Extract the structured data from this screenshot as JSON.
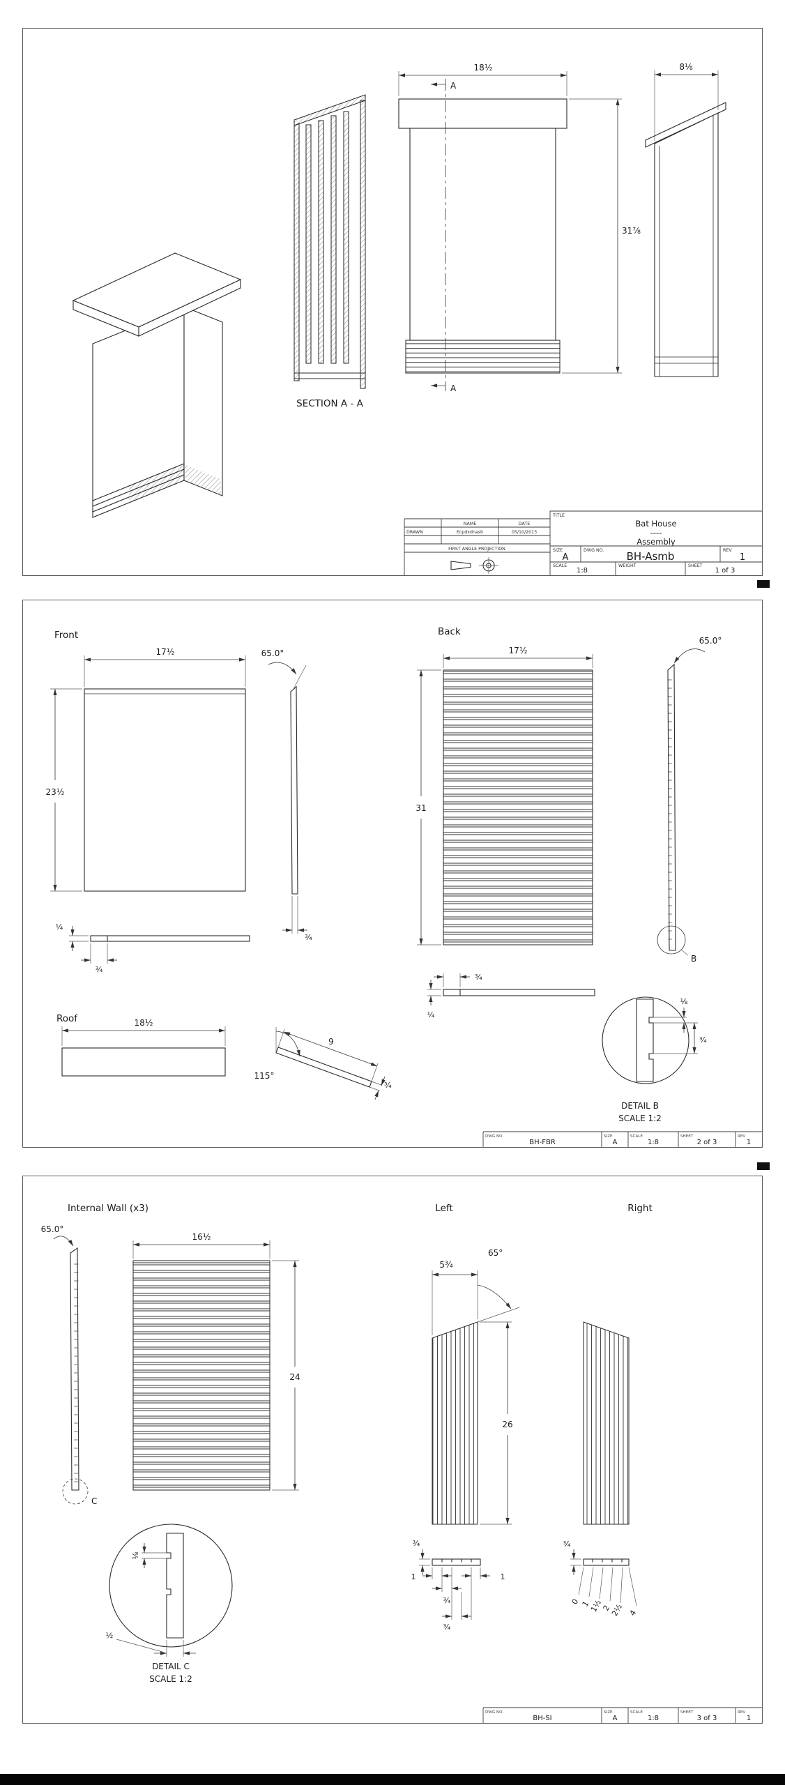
{
  "sheet1": {
    "section_label": "SECTION A - A",
    "section_mark_top": "A",
    "section_mark_bottom": "A",
    "dim_front_width": "18½",
    "dim_front_height": "31⅞",
    "dim_side_width": "8⅛",
    "title_block": {
      "title_label": "TITLE",
      "title_line1": "Bat House",
      "title_line2": "----",
      "title_line3": "Assembly",
      "name_header": "NAME",
      "date_header": "DATE",
      "drawn_label": "DRAWN",
      "drawn_name": "Ecpdxdnash",
      "drawn_date": "05/10/2013",
      "projection_label": "FIRST ANGLE PROJECTION",
      "size_label": "SIZE",
      "size_value": "A",
      "dwg_label": "DWG NO.",
      "dwg_value": "BH-Asmb",
      "rev_label": "REV",
      "rev_value": "1",
      "scale_label": "SCALE",
      "scale_value": "1:8",
      "weight_label": "WEIGHT",
      "sheet_label": "SHEET",
      "sheet_value": "1 of 3"
    }
  },
  "sheet2": {
    "front": {
      "label": "Front",
      "dim_width": "17½",
      "dim_height": "23½",
      "dim_angle": "65.0°",
      "dim_bottom_thickness": "¼",
      "dim_bottom_step": "¾",
      "dim_edge_thickness": "¾"
    },
    "back": {
      "label": "Back",
      "dim_width": "17½",
      "dim_height": "31",
      "dim_angle": "65.0°",
      "detail_ref": "B",
      "dim_bottom_step": "¾",
      "dim_bottom_thickness": "¼"
    },
    "detail_b": {
      "title": "DETAIL B",
      "scale": "SCALE 1:2",
      "dim_groove": "⅛",
      "dim_spacing": "¾"
    },
    "roof": {
      "label": "Roof",
      "dim_width": "18½",
      "dim_angle": "115°",
      "dim_length": "9",
      "dim_thickness": "¾"
    },
    "title_strip": {
      "dwg_label": "DWG NO.",
      "dwg_value": "BH-FBR",
      "size_label": "SIZE",
      "size_value": "A",
      "scale_label": "SCALE",
      "scale_value": "1:8",
      "sheet_label": "SHEET",
      "sheet_value": "2 of 3",
      "rev_label": "REV",
      "rev_value": "1"
    }
  },
  "sheet3": {
    "internal_wall": {
      "label": "Internal Wall (x3)",
      "dim_angle": "65.0°",
      "dim_width": "16½",
      "dim_height": "24",
      "detail_ref": "C"
    },
    "detail_c": {
      "title": "DETAIL C",
      "scale": "SCALE 1:2",
      "dim_groove": "⅛",
      "dim_thickness": "½"
    },
    "left": {
      "label": "Left",
      "dim_width": "5¾",
      "dim_angle": "65°",
      "dim_height": "26",
      "dim_thickness": "¾",
      "dim_end_left": "1",
      "dim_end_right": "1",
      "dim_kerf1": "¾",
      "dim_kerf2": "¾"
    },
    "right": {
      "label": "Right",
      "dim_thickness": "¾",
      "ordinates": [
        "0",
        "1",
        "1½",
        "2",
        "2½",
        "4"
      ]
    },
    "title_strip": {
      "dwg_label": "DWG NO.",
      "dwg_value": "BH-SI",
      "size_label": "SIZE",
      "size_value": "A",
      "scale_label": "SCALE",
      "scale_value": "1:8",
      "sheet_label": "SHEET",
      "sheet_value": "3 of 3",
      "rev_label": "REV",
      "rev_value": "1"
    }
  }
}
